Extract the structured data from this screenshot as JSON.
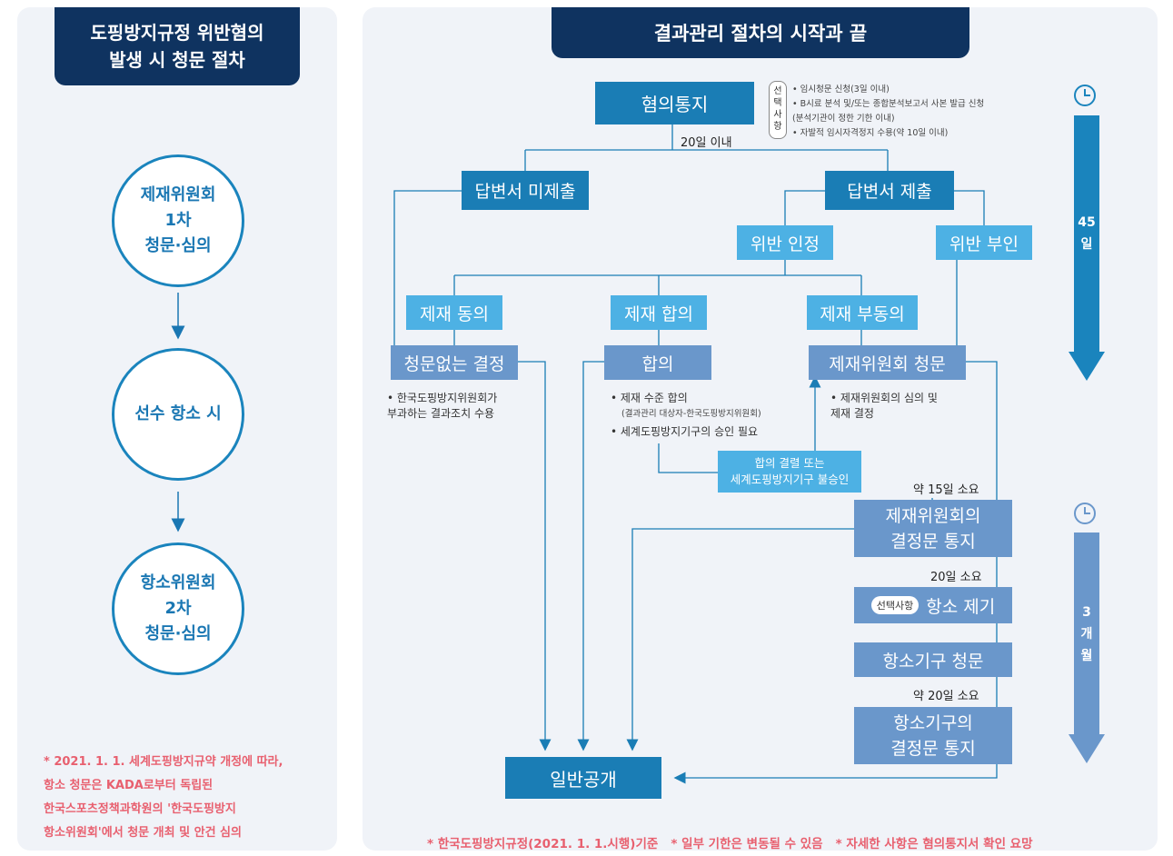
{
  "left": {
    "title": "도핑방지규정 위반혐의\n발생 시 청문 절차",
    "steps": [
      "제재위원회\n1차\n청문·심의",
      "선수 항소 시",
      "항소위원회\n2차\n청문·심의"
    ],
    "footnote": "* 2021. 1. 1. 세계도핑방지규약 개정에 따라,\n  항소 청문은 KADA로부터 독립된\n  한국스포츠정책과학원의 '한국도핑방지\n  항소위원회'에서 청문 개최 및 안건 심의"
  },
  "right": {
    "title": "결과관리 절차의 시작과 끝",
    "notice": "혐의통지",
    "options_tag": "선\n택\n사\n항",
    "options": [
      "• 임시청문 신청(3일 이내)",
      "• B시료 분석 및/또는 종합분석보고서 사본 발급 신청",
      "  (분석기관이 정한 기한 이내)",
      "• 자발적 임시자격정지 수용(약 10일 이내)"
    ],
    "within20": "20일 이내",
    "no_reply": "답변서 미제출",
    "reply": "답변서 제출",
    "admit": "위반 인정",
    "deny": "위반 부인",
    "consent": "제재 동의",
    "agree": "제재 합의",
    "nonconsent": "제재 부동의",
    "no_hearing": "청문없는 결정",
    "agreement": "합의",
    "committee_hearing": "제재위원회 청문",
    "note_no_hearing": "• 한국도핑방지위원회가\n  부과하는 결과조치 수용",
    "note_agreement_1": "• 제재 수준 합의",
    "note_agreement_2": "(결과관리 대상자-한국도핑방지위원회)",
    "note_agreement_3": "• 세계도핑방지기구의 승인 필요",
    "note_committee": "• 제재위원회의 심의 및\n  제재 결정",
    "fail": "합의 결렬 또는\n세계도핑방지기구 불승인",
    "d15": "약 15일 소요",
    "decision_notice": "제재위원회의\n결정문 통지",
    "d20": "20일 소요",
    "option_pill": "선택사항",
    "appeal": "항소 제기",
    "appeal_hearing": "항소기구 청문",
    "d20b": "약 20일 소요",
    "appeal_notice": "항소기구의\n결정문 통지",
    "disclosure": "일반공개",
    "period1": "45\n일",
    "period2": "3\n개\n월",
    "footer": "* 한국도핑방지규정(2021. 1. 1.시행)기준   * 일부 기한은 변동될 수 있음   * 자세한 사항은 혐의통지서 확인 요망"
  },
  "colors": {
    "navy": "#0f3360",
    "blue": "#1a7db5",
    "light": "#4db1e4",
    "steel": "#6a97cb",
    "pink": "#e8606f"
  }
}
